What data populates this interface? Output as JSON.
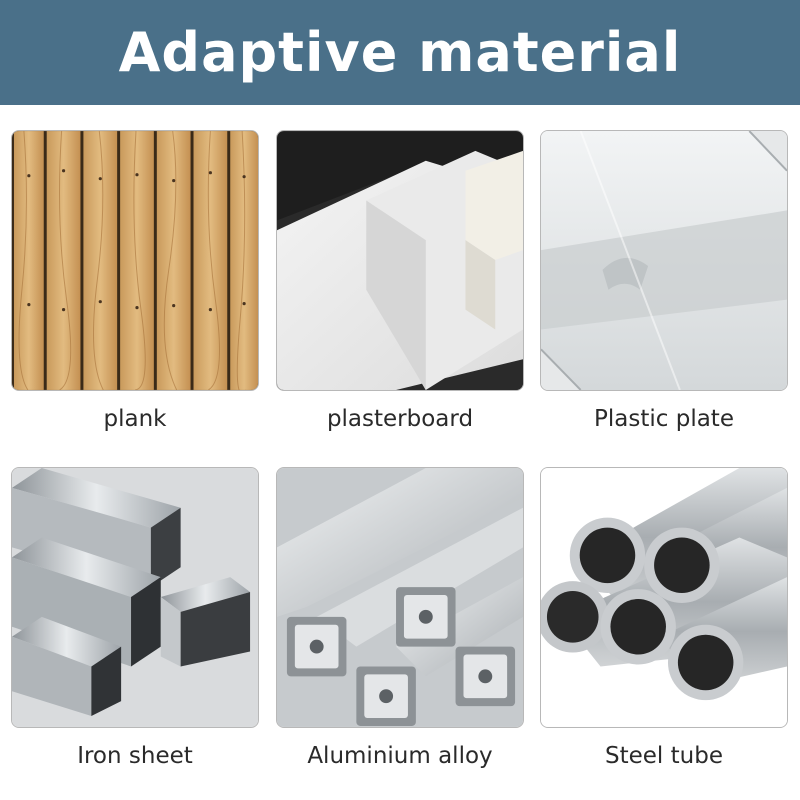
{
  "header": {
    "title": "Adaptive material"
  },
  "colors": {
    "banner": "#4a7089",
    "title_text": "#ffffff",
    "caption_text": "#2a2a2a"
  },
  "materials": [
    {
      "label": "plank",
      "image": "wood-planks-image"
    },
    {
      "label": "plasterboard",
      "image": "white-boards-image"
    },
    {
      "label": "Plastic plate",
      "image": "clear-plastic-sheet-image"
    },
    {
      "label": "Iron sheet",
      "image": "square-steel-tubes-image"
    },
    {
      "label": "Aluminium alloy",
      "image": "aluminium-profiles-image"
    },
    {
      "label": "Steel tube",
      "image": "round-steel-pipes-image"
    }
  ]
}
